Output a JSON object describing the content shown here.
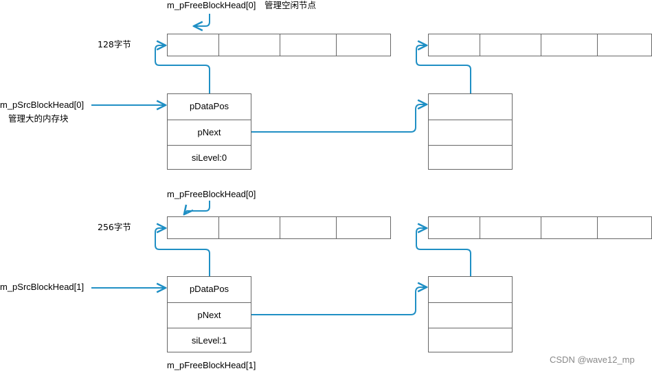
{
  "labels": {
    "free_head_top": "m_pFreeBlockHead[0]",
    "free_head_top_desc": "管理空闲节点",
    "size_128": "128字节",
    "src_head_0": "m_pSrcBlockHead[0]",
    "src_head_0_desc": "管理大的内存块",
    "free_head_mid": "m_pFreeBlockHead[0]",
    "size_256": "256字节",
    "src_head_1": "m_pSrcBlockHead[1]",
    "free_head_bottom": "m_pFreeBlockHead[1]"
  },
  "blocks": [
    {
      "fields": [
        "pDataPos",
        "pNext",
        "siLevel:0"
      ]
    },
    {
      "fields": [
        "pDataPos",
        "pNext",
        "siLevel:1"
      ]
    }
  ],
  "watermark": "CSDN @wave12_mp",
  "colors": {
    "arrow": "#1f8fc4",
    "border": "#666666"
  }
}
